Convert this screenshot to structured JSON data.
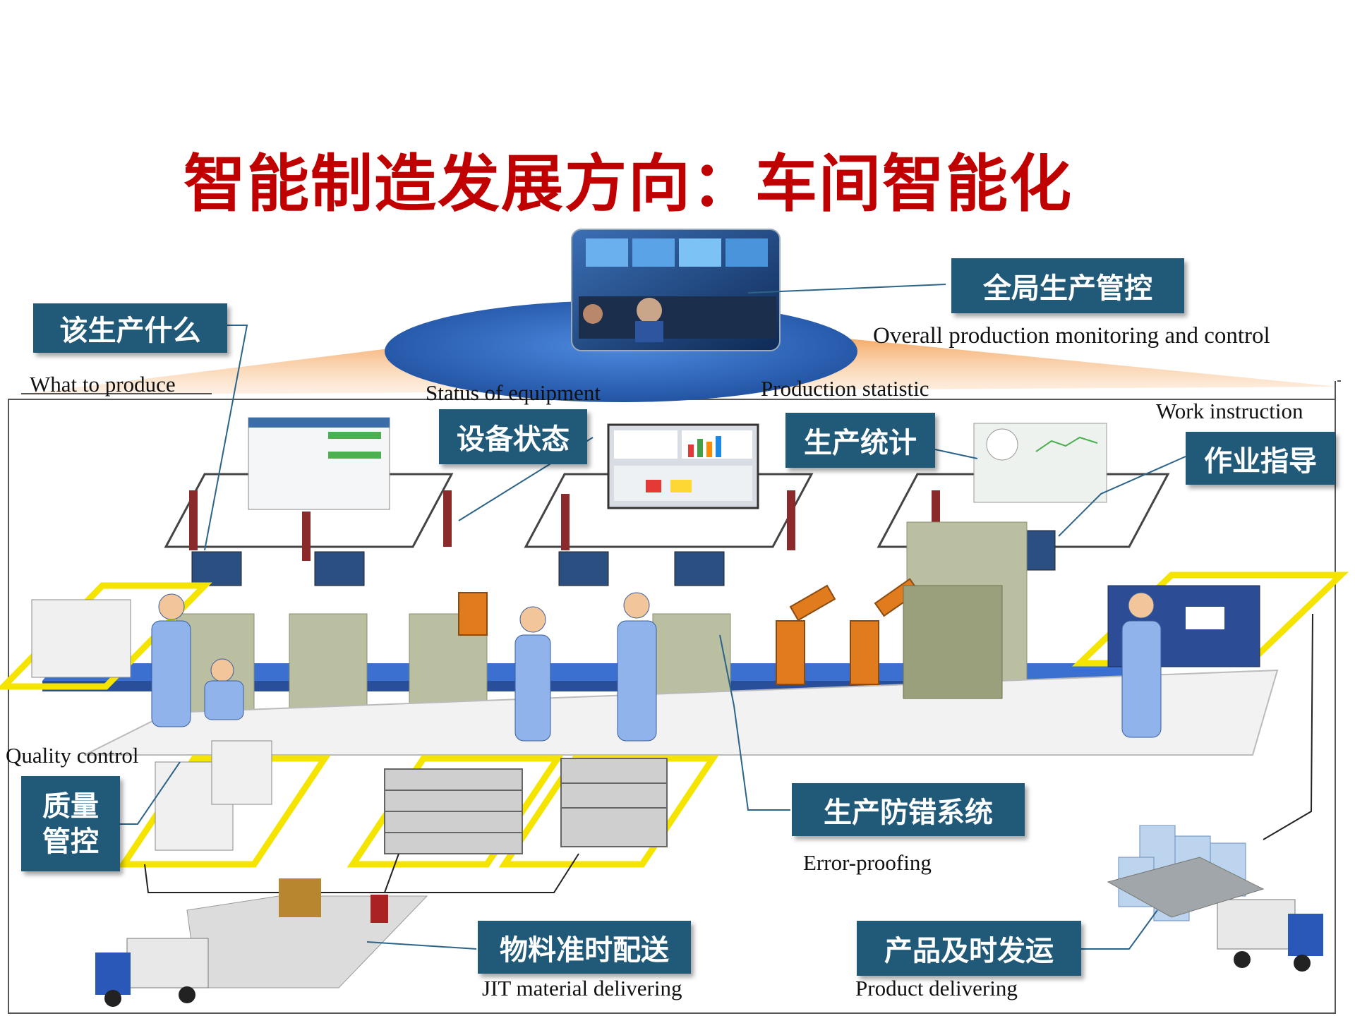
{
  "title": "智能制造发展方向：车间智能化",
  "callouts": {
    "global": {
      "cn": "全局生产管控",
      "en": "Overall production monitoring and control"
    },
    "what": {
      "cn": "该生产什么",
      "en": "What to produce"
    },
    "equip": {
      "cn": "设备状态",
      "en": "Status of equipment"
    },
    "stat": {
      "cn": "生产统计",
      "en": "Production statistic"
    },
    "work": {
      "cn": "作业指导",
      "en": "Work instruction"
    },
    "quality": {
      "cn_line1": "质量",
      "cn_line2": "管控",
      "en": "Quality control"
    },
    "error": {
      "cn": "生产防错系统",
      "en": "Error-proofing"
    },
    "jit": {
      "cn": "物料准时配送",
      "en": "JIT material delivering"
    },
    "product": {
      "cn": "产品及时发运",
      "en": "Product delivering"
    }
  },
  "colors": {
    "title": "#c00000",
    "callout": "#215a78",
    "floor_highlight": "#f5e400",
    "ellipse": "#2f6bc4"
  }
}
